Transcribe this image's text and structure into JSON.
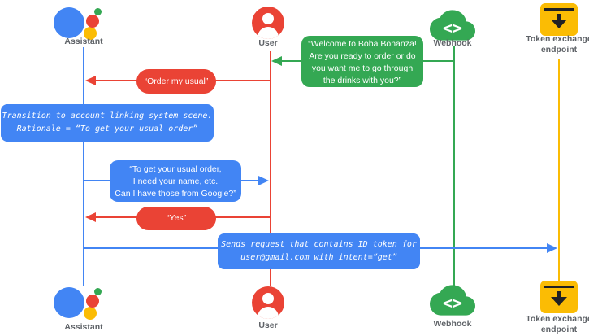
{
  "colors": {
    "blue": "#4285F4",
    "red": "#EA4335",
    "green": "#34A853",
    "yellow": "#FBBC04",
    "label_gray": "#5F6368"
  },
  "actors": {
    "assistant": {
      "label": "Assistant"
    },
    "user": {
      "label": "User"
    },
    "webhook": {
      "label": "Webhook"
    },
    "token_endpoint": {
      "label_line1": "Token exchange",
      "label_line2": "endpoint"
    }
  },
  "icons": {
    "assistant": "google-assistant-logo",
    "user": "person-in-circle",
    "webhook": "cloud-with-code-brackets",
    "webhook_glyph": "<>",
    "token_endpoint": "archive-download-box"
  },
  "messages": {
    "welcome": {
      "from": "Webhook",
      "to": "User",
      "color": "green",
      "lines": [
        "“Welcome to Boba Bonanza!",
        "Are you ready to order or do",
        "you want me to go through",
        "the drinks with you?”"
      ]
    },
    "order_usual": {
      "from": "User",
      "to": "Assistant",
      "color": "red",
      "text": "“Order my usual”"
    },
    "transition_note": {
      "from": "Assistant",
      "color": "blue",
      "lines": [
        "Transition to account linking system scene.",
        "Rationale = “To get your usual order”"
      ]
    },
    "ask_permission": {
      "from": "Assistant",
      "to": "User",
      "color": "blue",
      "lines": [
        "“To get your usual order,",
        "I need your name, etc.",
        "Can I have those from Google?”"
      ]
    },
    "yes": {
      "from": "User",
      "to": "Assistant",
      "color": "red",
      "text": "“Yes”"
    },
    "send_request": {
      "from": "Assistant",
      "to": "Token exchange endpoint",
      "color": "blue",
      "lines": [
        "Sends request that contains ID token for",
        "user@gmail.com with intent=“get”"
      ]
    }
  }
}
